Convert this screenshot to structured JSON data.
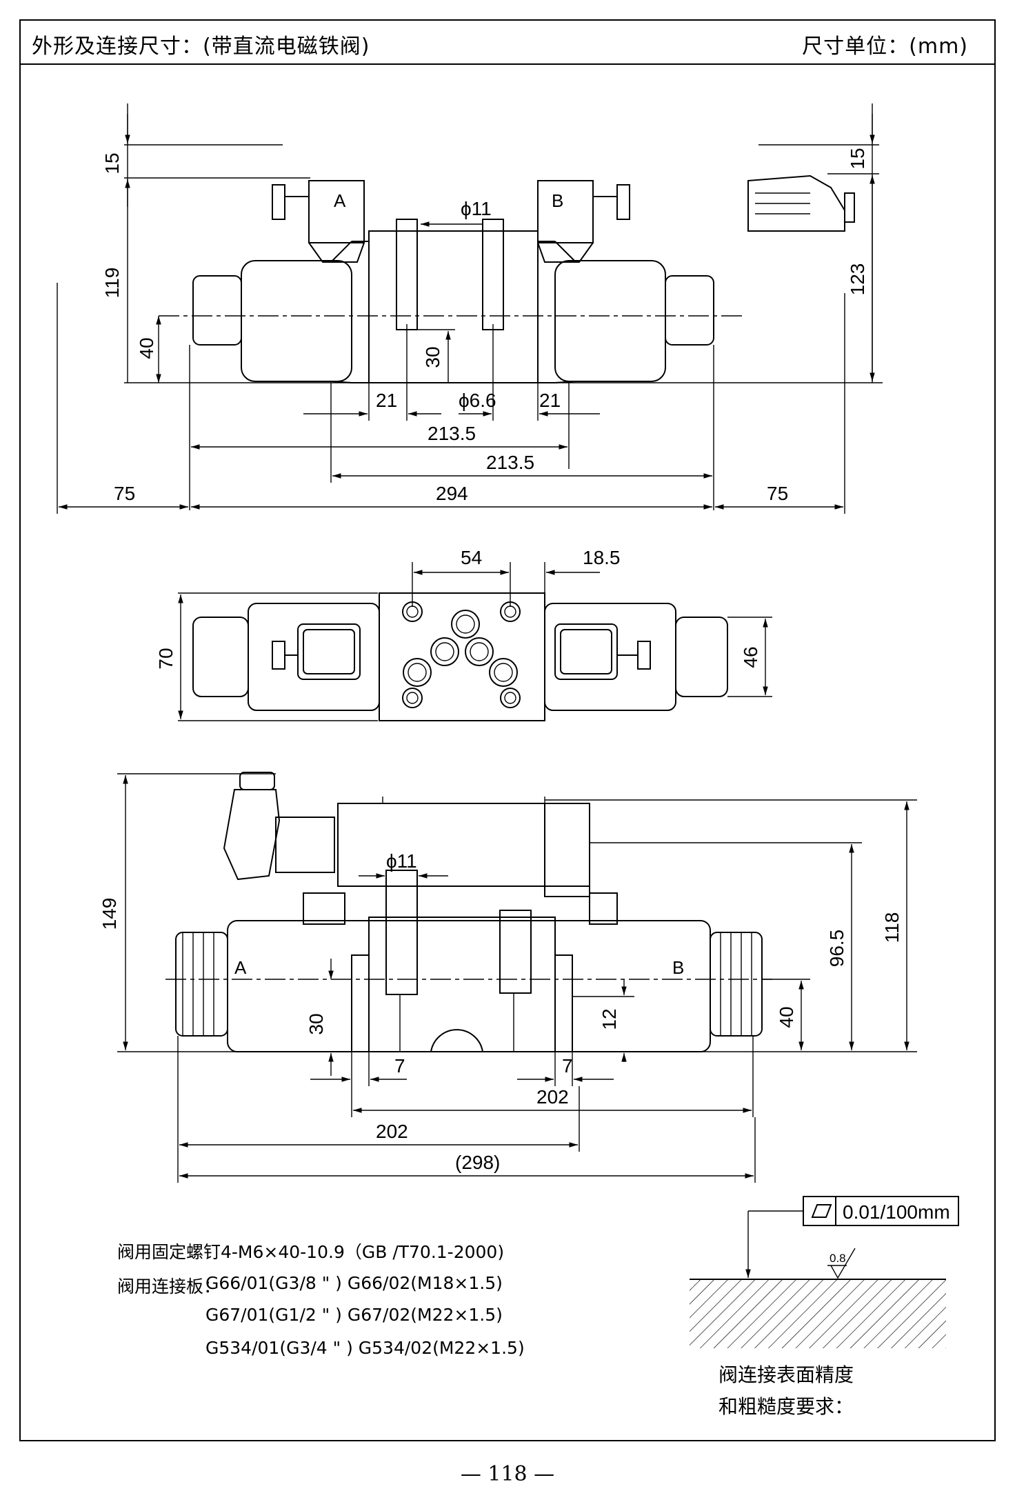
{
  "header": {
    "title": "外形及连接尺寸：(带直流电磁铁阀)",
    "unit": "尺寸单位：(mm)"
  },
  "top_view": {
    "coil_a": "A",
    "coil_b": "B",
    "dims": {
      "h15_left": "15",
      "h119": "119",
      "h40_left": "40",
      "h15_right": "15",
      "h123": "123",
      "phi11": "ϕ11",
      "h30": "30",
      "w21_left": "21",
      "phi6_6": "ϕ6.6",
      "w21_right": "21",
      "w213_5_a": "213.5",
      "w213_5_b": "213.5",
      "w75_left": "75",
      "w294": "294",
      "w75_right": "75"
    }
  },
  "mid_view": {
    "dims": {
      "w54": "54",
      "w18_5": "18.5",
      "h70": "70",
      "h46": "46"
    }
  },
  "bottom_view": {
    "label_a": "A",
    "label_b": "B",
    "dims": {
      "h149": "149",
      "phi11": "ϕ11",
      "h30": "30",
      "w7_left": "7",
      "w7_right": "7",
      "h12": "12",
      "h40": "40",
      "h96_5": "96.5",
      "h118": "118",
      "w202_a": "202",
      "w202_b": "202",
      "w298": "(298)"
    }
  },
  "tolerance": {
    "flatness": "0.01/100mm",
    "roughness": "0.8"
  },
  "notes": {
    "screws": "阀用固定螺钉4-M6×40-10.9（GB /T70.1-2000)",
    "plate_label": "阀用连接板：",
    "plate_line1": "G66/01(G3/8 \" ) G66/02(M18×1.5)",
    "plate_line2": "G67/01(G1/2 \" ) G67/02(M22×1.5)",
    "plate_line3": "G534/01(G3/4 \" ) G534/02(M22×1.5)"
  },
  "surface_caption": {
    "line1": "阀连接表面精度",
    "line2": "和粗糙度要求："
  },
  "page_number": "— 118 —"
}
